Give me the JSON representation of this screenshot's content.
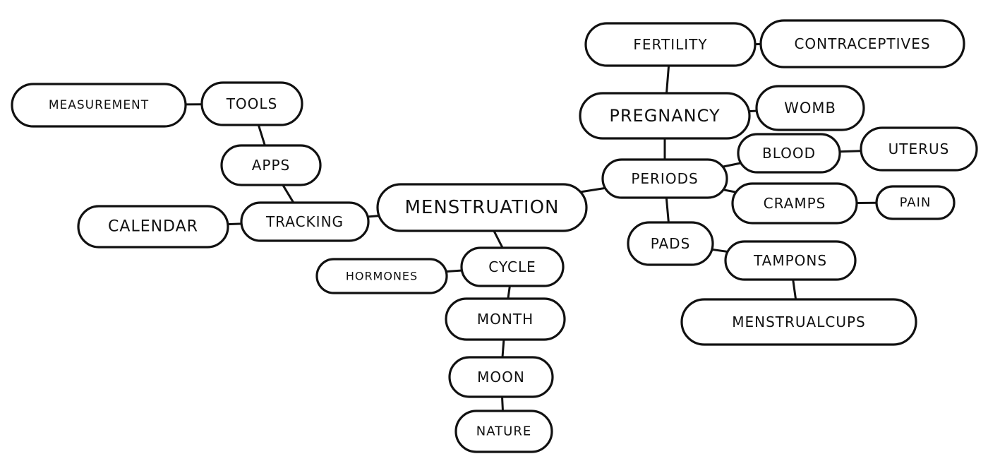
{
  "colors": {
    "ink": "#111111",
    "paper": "#ffffff"
  },
  "nodes": [
    {
      "id": "menstruation",
      "label": "MENSTRUATION"
    },
    {
      "id": "tracking",
      "label": "TRACKING"
    },
    {
      "id": "calendar",
      "label": "CALENDAR"
    },
    {
      "id": "apps",
      "label": "APPS"
    },
    {
      "id": "tools",
      "label": "TOOLS"
    },
    {
      "id": "measurement",
      "label": "MEASUREMENT"
    },
    {
      "id": "cycle",
      "label": "CYCLE"
    },
    {
      "id": "hormones",
      "label": "HORMONES"
    },
    {
      "id": "month",
      "label": "MONTH"
    },
    {
      "id": "moon",
      "label": "MOON"
    },
    {
      "id": "nature",
      "label": "NATURE"
    },
    {
      "id": "periods",
      "label": "PERIODS"
    },
    {
      "id": "pregnancy",
      "label": "PREGNANCY"
    },
    {
      "id": "womb",
      "label": "WOMB"
    },
    {
      "id": "fertility",
      "label": "FERTILITY"
    },
    {
      "id": "contraceptives",
      "label": "CONTRACEPTIVES"
    },
    {
      "id": "blood",
      "label": "BLOOD"
    },
    {
      "id": "uterus",
      "label": "UTERUS"
    },
    {
      "id": "cramps",
      "label": "CRAMPS"
    },
    {
      "id": "pain",
      "label": "PAIN"
    },
    {
      "id": "pads",
      "label": "PADS"
    },
    {
      "id": "tampons",
      "label": "TAMPONS"
    },
    {
      "id": "menstrual_cups",
      "label": "MENSTRUALCUPS"
    }
  ],
  "edges": [
    [
      "menstruation",
      "tracking"
    ],
    [
      "tracking",
      "calendar"
    ],
    [
      "tracking",
      "apps"
    ],
    [
      "apps",
      "tools"
    ],
    [
      "tools",
      "measurement"
    ],
    [
      "menstruation",
      "cycle"
    ],
    [
      "cycle",
      "hormones"
    ],
    [
      "cycle",
      "month"
    ],
    [
      "month",
      "moon"
    ],
    [
      "moon",
      "nature"
    ],
    [
      "menstruation",
      "periods"
    ],
    [
      "periods",
      "pregnancy"
    ],
    [
      "pregnancy",
      "womb"
    ],
    [
      "pregnancy",
      "fertility"
    ],
    [
      "fertility",
      "contraceptives"
    ],
    [
      "periods",
      "blood"
    ],
    [
      "blood",
      "uterus"
    ],
    [
      "periods",
      "cramps"
    ],
    [
      "cramps",
      "pain"
    ],
    [
      "periods",
      "pads"
    ],
    [
      "pads",
      "tampons"
    ],
    [
      "tampons",
      "menstrual_cups"
    ]
  ]
}
